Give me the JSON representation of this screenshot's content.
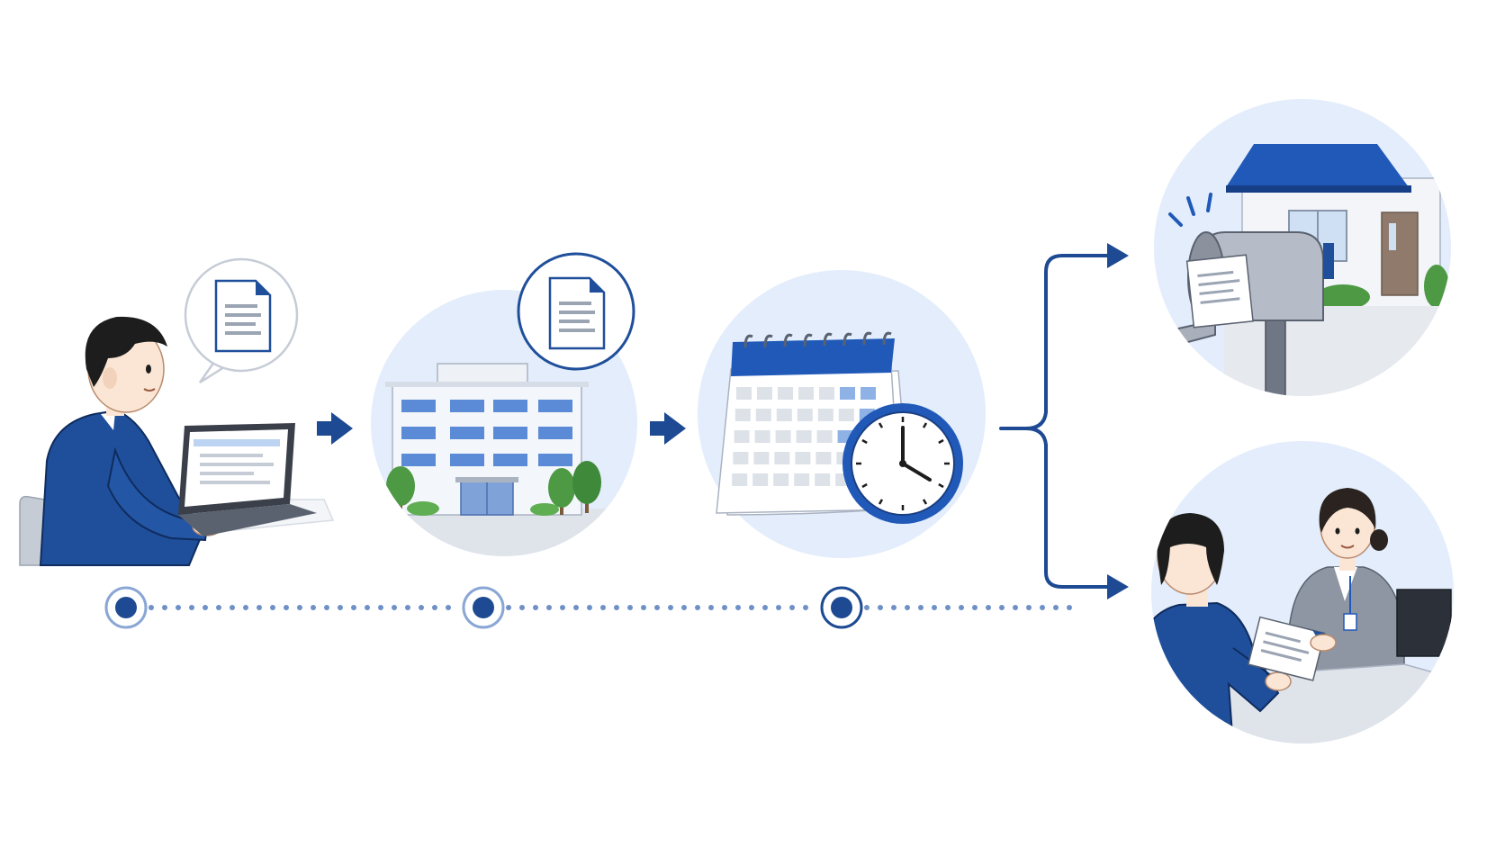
{
  "colors": {
    "background": "#ffffff",
    "navy": "#1f4f9b",
    "arrow": "#1d4a92",
    "circle_bg": "#e3edfb",
    "light_blue": "#bcd3f1",
    "mid_blue": "#7fa3d8",
    "skin": "#fbe6d5",
    "hair": "#1d1d1d",
    "gray": "#c6ccd6",
    "dark_gray": "#5a6270",
    "green": "#4e9a44"
  },
  "steps": [
    {
      "id": "apply-online",
      "icon": "person-laptop-icon",
      "bubble_icon": "document-icon"
    },
    {
      "id": "office-receives",
      "icon": "office-building-icon",
      "bubble_icon": "document-icon"
    },
    {
      "id": "waiting-period",
      "icon": "calendar-clock-icon"
    },
    {
      "id": "delivery-by-mail",
      "icon": "mailbox-house-icon"
    },
    {
      "id": "pickup-at-counter",
      "icon": "counter-handover-icon"
    }
  ],
  "timeline": {
    "markers": 3,
    "style": "dotted"
  }
}
